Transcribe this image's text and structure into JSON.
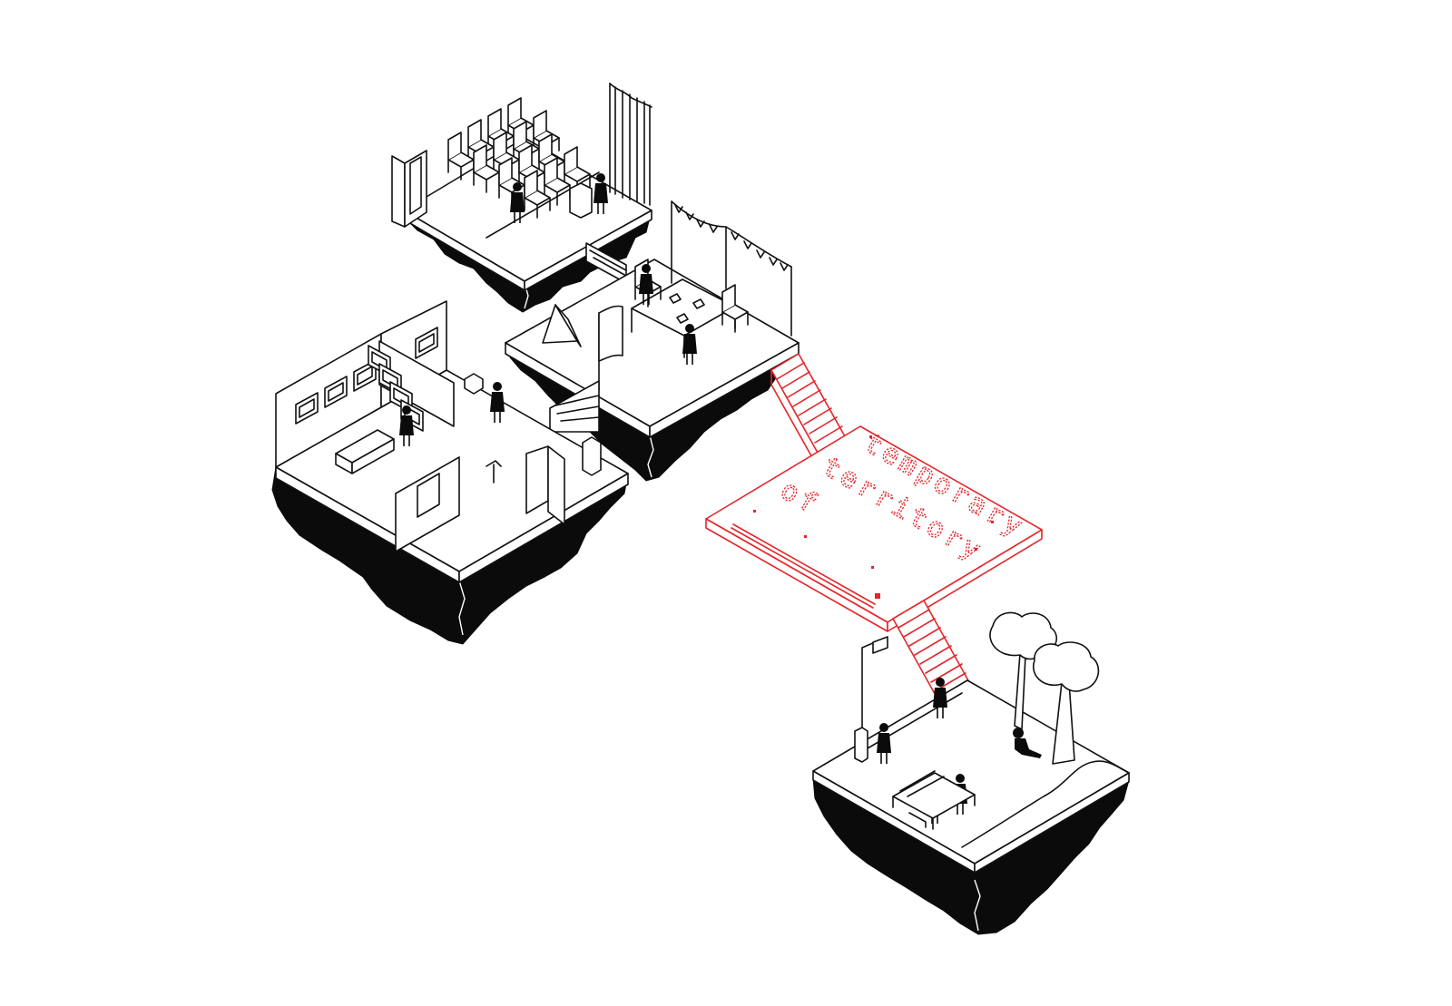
{
  "sign": {
    "line1": "temporary",
    "line2": "territory",
    "line3": "of"
  },
  "colors": {
    "ink": "#111111",
    "accent": "#e3262b",
    "background": "#ffffff"
  }
}
